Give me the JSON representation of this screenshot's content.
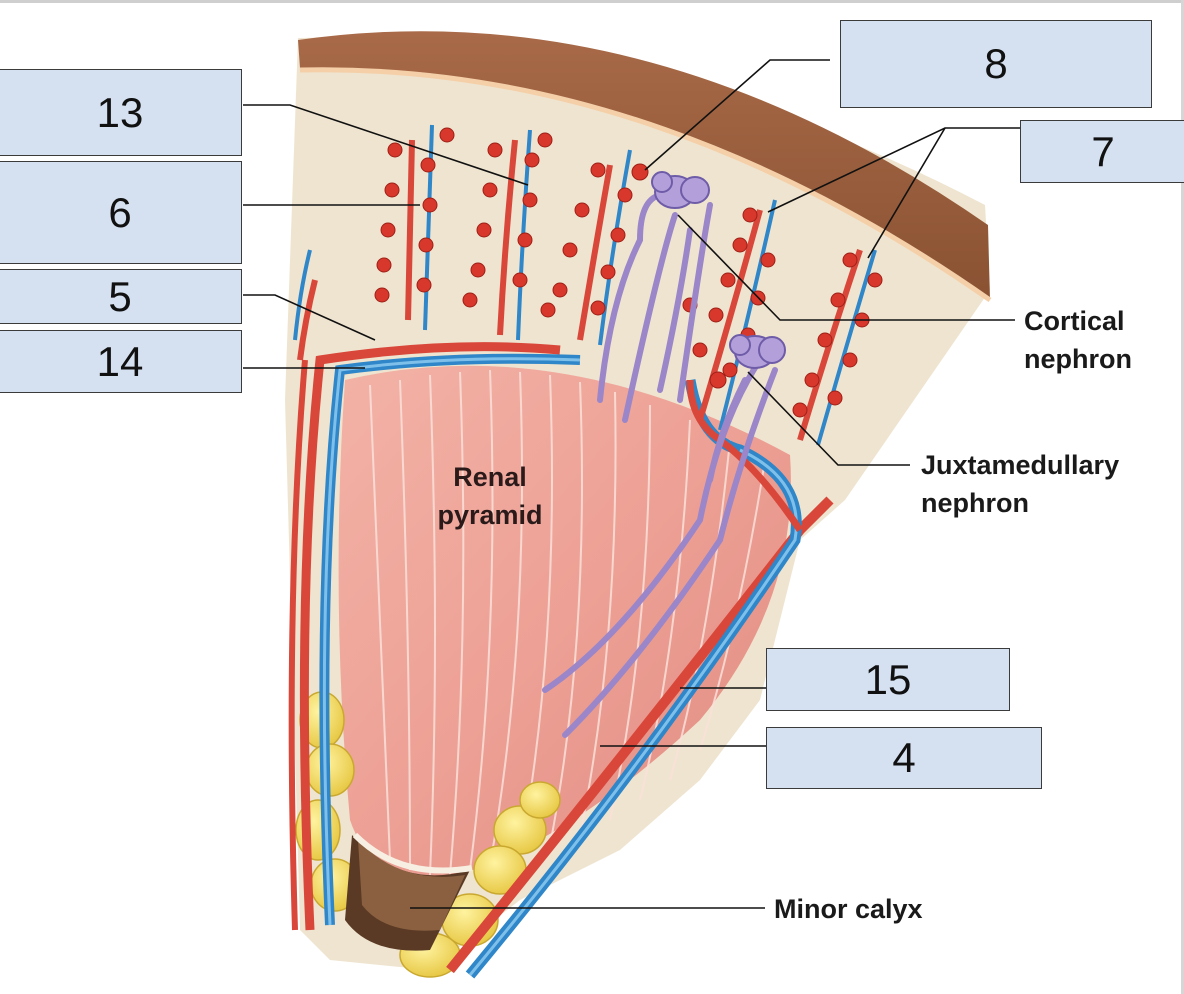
{
  "diagram": {
    "number_labels": {
      "n13": "13",
      "n6": "6",
      "n5": "5",
      "n14": "14",
      "n8": "8",
      "n7": "7",
      "n15": "15",
      "n4": "4"
    },
    "text_labels": {
      "renal_pyramid": [
        "Renal",
        "pyramid"
      ],
      "cortical_nephron": [
        "Cortical",
        "nephron"
      ],
      "juxtamedullary_nephron": [
        "Juxtamedullary",
        "nephron"
      ],
      "minor_calyx": "Minor calyx"
    }
  }
}
